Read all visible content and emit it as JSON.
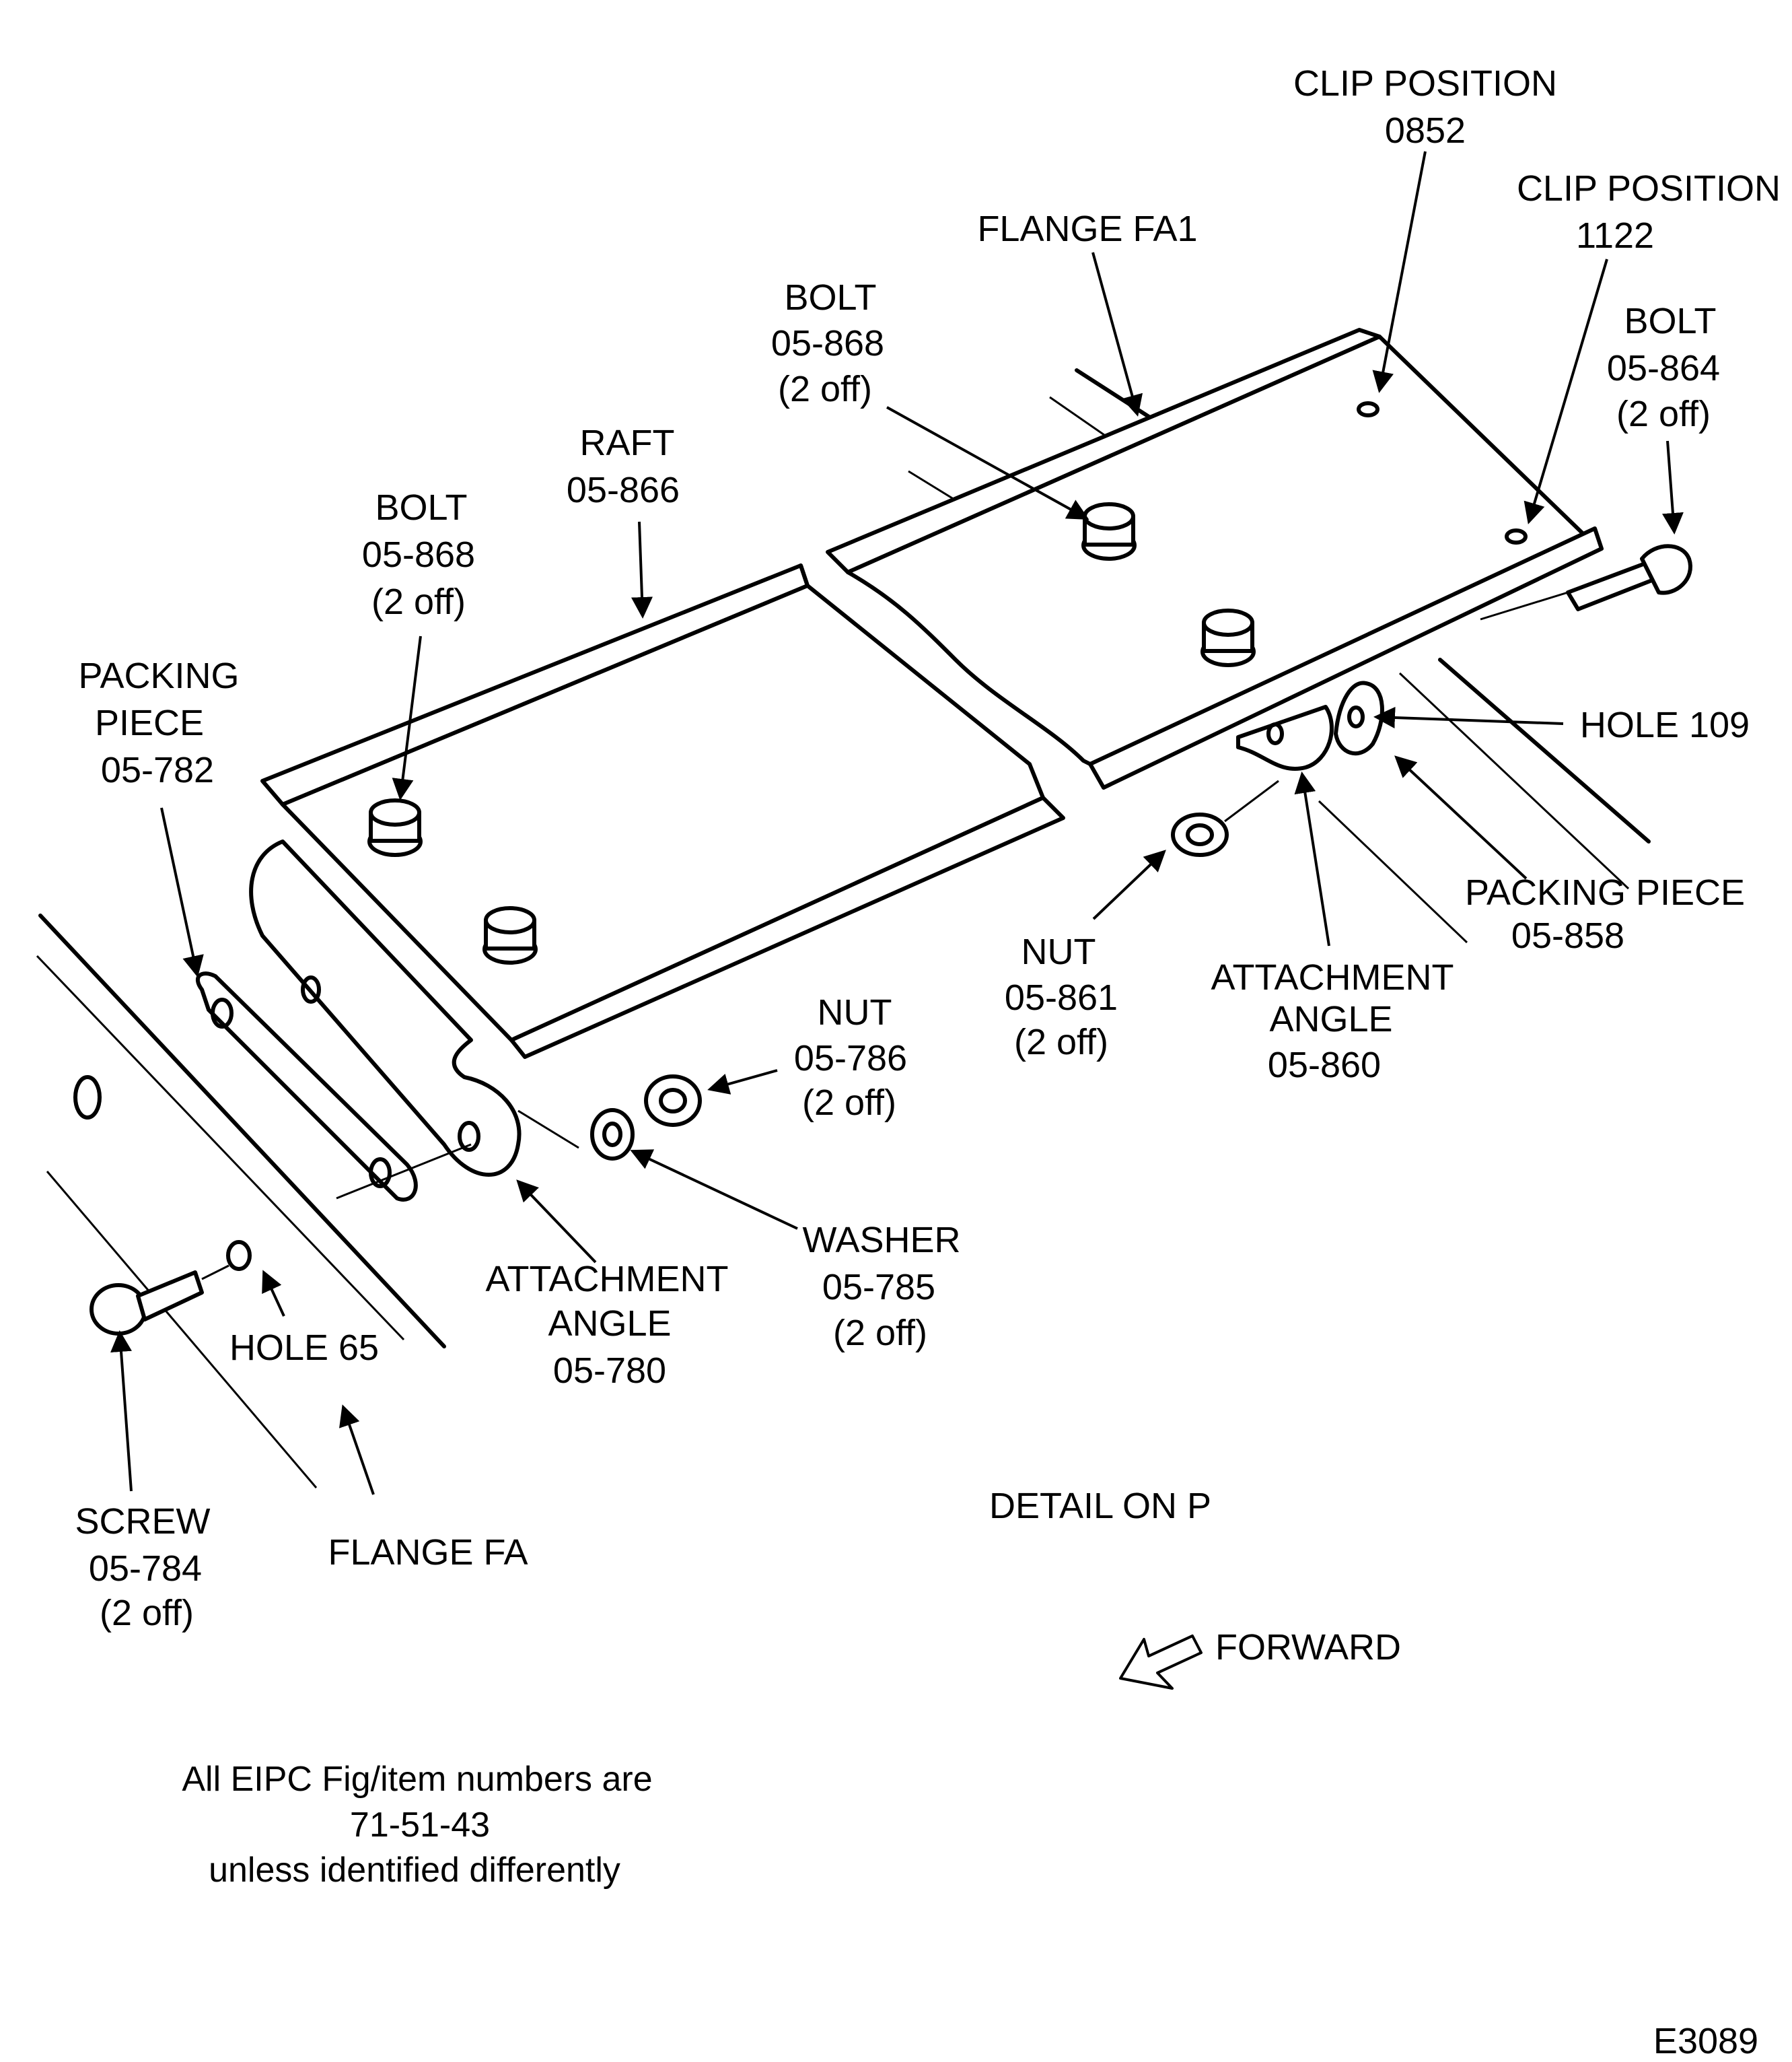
{
  "labels": {
    "clip_position_0852": [
      "CLIP POSITION",
      "0852"
    ],
    "clip_position_1122": [
      "CLIP POSITION",
      "1122"
    ],
    "flange_fa1": "FLANGE FA1",
    "bolt_upper": [
      "BOLT",
      "05-868",
      "(2 off)"
    ],
    "bolt_05_864": [
      "BOLT",
      "05-864",
      "(2 off)"
    ],
    "raft": [
      "RAFT",
      "05-866"
    ],
    "bolt_left": [
      "BOLT",
      "05-868",
      "(2 off)"
    ],
    "packing_piece_left": [
      "PACKING",
      "PIECE",
      "05-782"
    ],
    "hole_109": "HOLE 109",
    "packing_piece_right": [
      "PACKING PIECE",
      "05-858"
    ],
    "nut_05_861": [
      "NUT",
      "05-861",
      "(2 off)"
    ],
    "attachment_angle_860": [
      "ATTACHMENT",
      "ANGLE",
      "05-860"
    ],
    "nut_05_786": [
      "NUT",
      "05-786",
      "(2 off)"
    ],
    "washer": [
      "WASHER",
      "05-785",
      "(2 off)"
    ],
    "attachment_angle_780": [
      "ATTACHMENT",
      "ANGLE",
      "05-780"
    ],
    "hole_65": "HOLE 65",
    "screw": [
      "SCREW",
      "05-784",
      "(2 off)"
    ],
    "flange_fa": "FLANGE FA",
    "detail": "DETAIL ON P",
    "forward": "FORWARD"
  },
  "note": [
    "All EIPC Fig/item numbers are",
    "71-51-43",
    "unless identified differently"
  ],
  "figure_id": "E3089"
}
